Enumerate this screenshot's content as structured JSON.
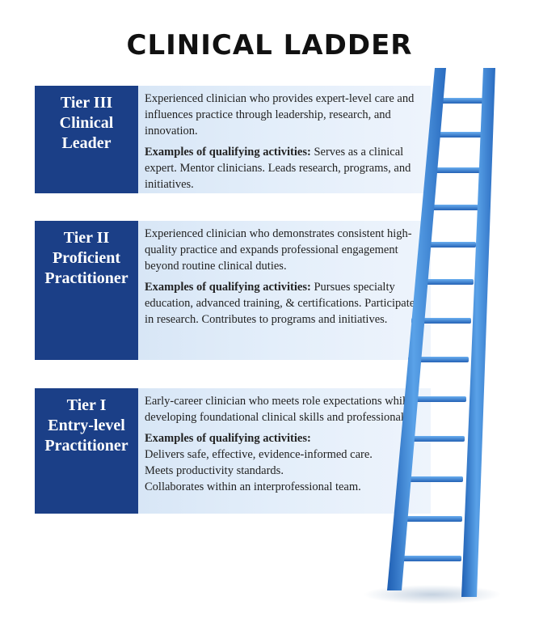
{
  "title": "CLINICAL LADDER",
  "tiers": [
    {
      "label_lines": [
        "Tier III",
        "Clinical",
        "Leader"
      ],
      "description": "Experienced clinician who provides expert-level care and influences practice through leadership, research, and innovation.",
      "examples_label": "Examples of qualifying activities:",
      "examples_text": " Serves as a clinical expert. Mentor clinicians. Leads research, programs, and initiatives."
    },
    {
      "label_lines": [
        "Tier II",
        "Proficient",
        "Practitioner"
      ],
      "description": "Experienced clinician who demonstrates consistent high-quality practice and expands professional engagement beyond routine clinical duties.",
      "examples_label": "Examples of qualifying activities:",
      "examples_text": " Pursues specialty education, advanced training, & certifications. Participates in research. Contributes to programs and initiatives."
    },
    {
      "label_lines": [
        "Tier I",
        "Entry-level",
        "Practitioner"
      ],
      "description": "Early-career clinician who meets role expectations while developing foundational clinical skills and professional",
      "examples_label": "Examples of qualifying activities:",
      "examples_lines": [
        "Delivers safe, effective, evidence-informed care.",
        "Meets productivity standards.",
        "Collaborates within an interprofessional team."
      ]
    }
  ],
  "colors": {
    "tier_label_bg": "#1b3f87",
    "ladder_blue": "#3a7fd0",
    "panel_bg": "#dce9f7"
  },
  "icons": [
    "ladder-graphic"
  ]
}
